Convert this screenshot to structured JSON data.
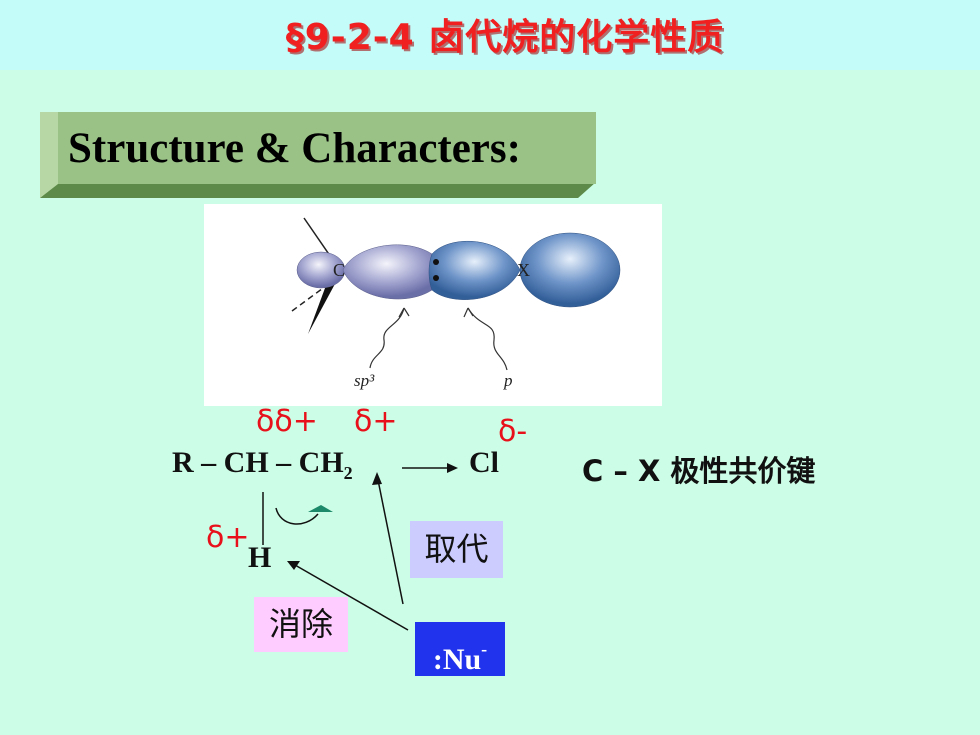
{
  "title": "§9-2-4 卤代烷的化学性质",
  "section_header": "Structure & Characters:",
  "orbital": {
    "c_label": "C",
    "x_label": "X",
    "sp3_label": "sp³",
    "p_label": "p"
  },
  "formula": {
    "r": "R – CH – CH",
    "sub": "2",
    "cl": "Cl",
    "h": "H"
  },
  "partial_charges": {
    "dd_plus": "δδ+",
    "d_plus": "δ+",
    "d_minus": "δ-",
    "h_plus": "δ+"
  },
  "bond_note": "C – X 极性共价键",
  "labels": {
    "substitution": "取代",
    "elimination": "消除",
    "nucleophile": ":Nu",
    "nucleophile_sup": "-"
  }
}
